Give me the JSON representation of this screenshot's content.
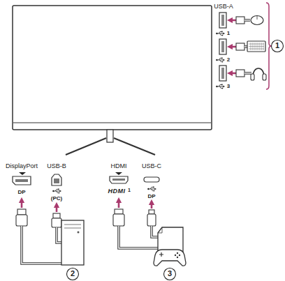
{
  "diagram": {
    "labels": [
      "USB-A",
      "1",
      "2",
      "3",
      "1",
      "DisplayPort",
      "USB-B",
      "HDMI",
      "USB-C",
      "DP",
      "(PC)",
      "HDMI",
      "1",
      "DP",
      "2",
      "3"
    ]
  }
}
